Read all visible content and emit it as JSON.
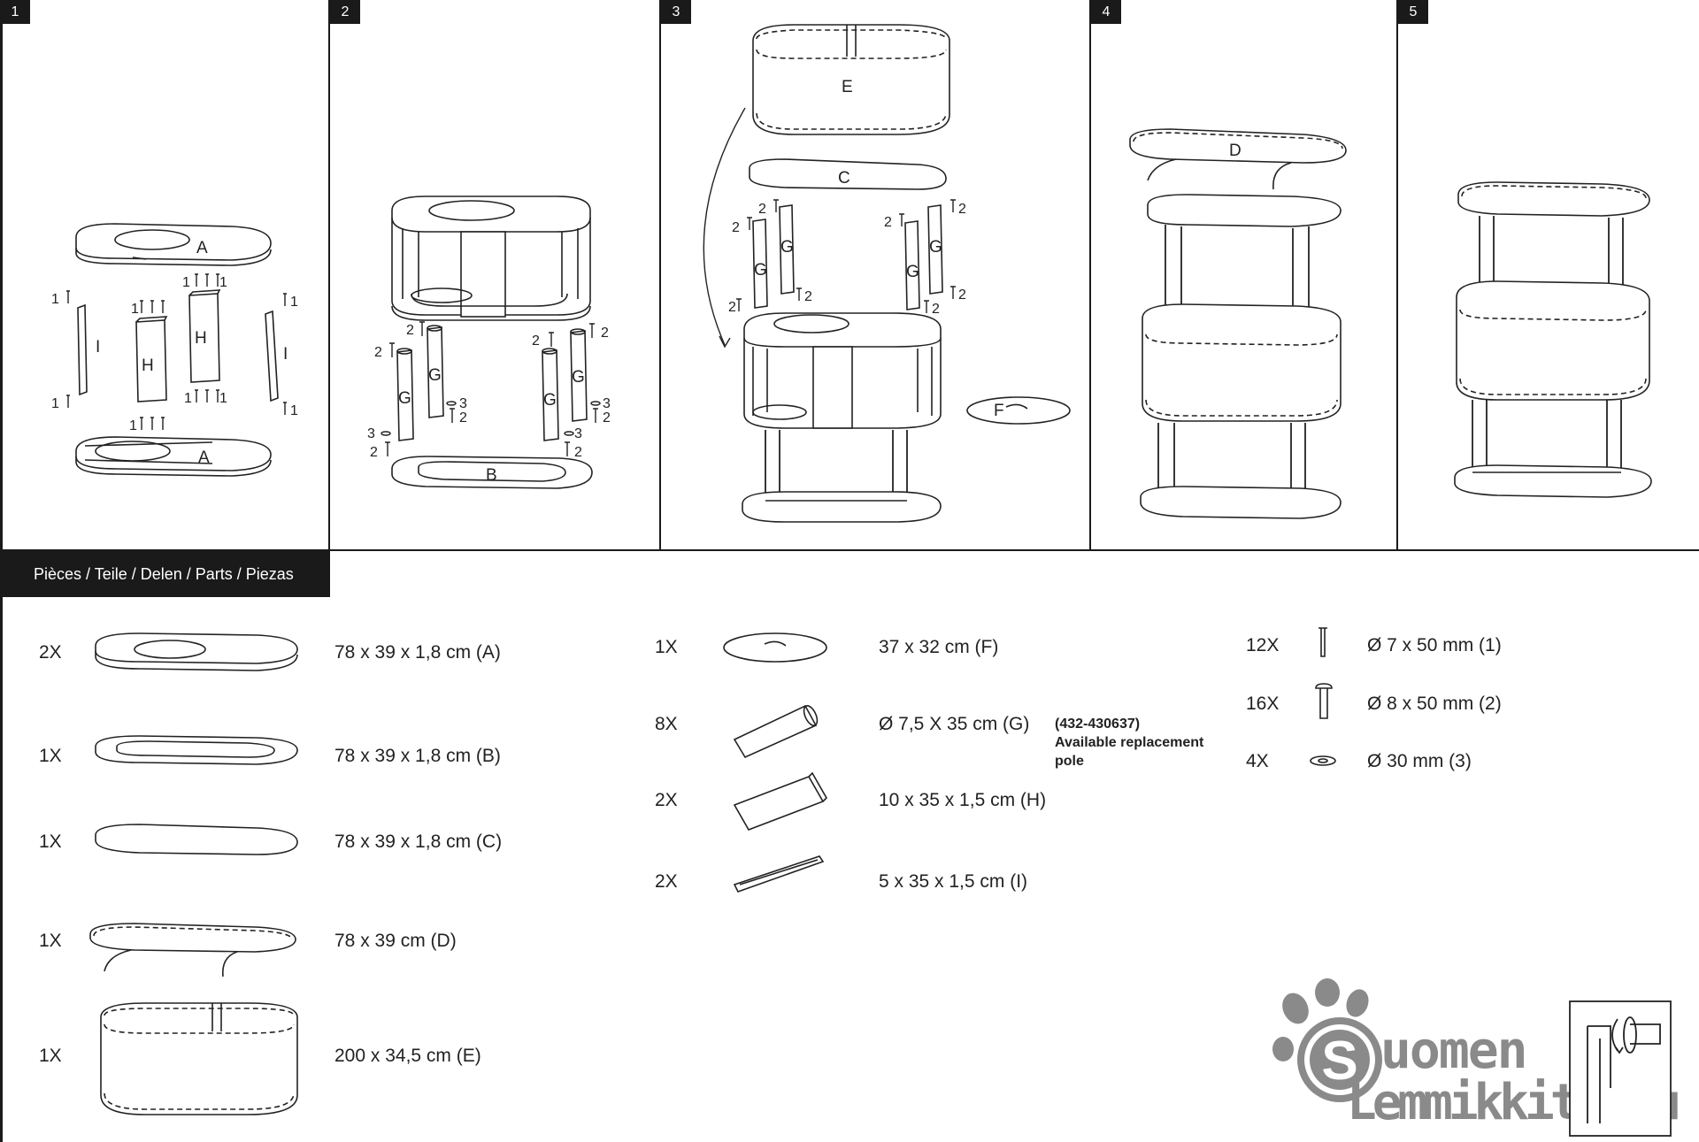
{
  "steps": [
    {
      "number": "1"
    },
    {
      "number": "2"
    },
    {
      "number": "3"
    },
    {
      "number": "4"
    },
    {
      "number": "5"
    }
  ],
  "labels": {
    "A": "A",
    "B": "B",
    "C": "C",
    "D": "D",
    "E": "E",
    "F": "F",
    "G": "G",
    "H": "H",
    "I": "I",
    "n1": "1",
    "n2": "2",
    "n3": "3",
    "n11": "11",
    "n111": "111",
    "n1111": "1111"
  },
  "parts_header": "Pièces / Teile / Delen / Parts / Piezas",
  "parts_left": [
    {
      "qty": "2X",
      "dims": "78 x 39 x 1,8 cm (A)",
      "icon": "base-plate-with-hole-icon"
    },
    {
      "qty": "1X",
      "dims": "78 x 39 x 1,8 cm (B)",
      "icon": "ring-plate-icon"
    },
    {
      "qty": "1X",
      "dims": "78 x 39 x 1,8 cm (C)",
      "icon": "solid-plate-icon"
    },
    {
      "qty": "1X",
      "dims": "78 x 39 cm (D)",
      "icon": "hammock-icon"
    },
    {
      "qty": "1X",
      "dims": "200 x 34,5 cm (E)",
      "icon": "fabric-wrap-icon"
    }
  ],
  "parts_middle": [
    {
      "qty": "1X",
      "dims": "37 x 32 cm (F)",
      "icon": "cushion-icon"
    },
    {
      "qty": "8X",
      "dims": "Ø 7,5 X 35 cm (G)",
      "icon": "pole-icon"
    },
    {
      "qty": "2X",
      "dims": "10 x 35 x 1,5 cm (H)",
      "icon": "wide-board-icon"
    },
    {
      "qty": "2X",
      "dims": "5 x 35 x 1,5 cm (I)",
      "icon": "narrow-board-icon"
    }
  ],
  "replacement_note": {
    "code": "(432-430637)",
    "line1": "Available replacement",
    "line2": "pole"
  },
  "parts_hardware": [
    {
      "qty": "12X",
      "dims": "Ø 7 x 50 mm (1)",
      "icon": "short-screw-icon"
    },
    {
      "qty": "16X",
      "dims": "Ø 8 x 50 mm (2)",
      "icon": "bolt-icon"
    },
    {
      "qty": "4X",
      "dims": "Ø 30 mm (3)",
      "icon": "washer-icon"
    }
  ],
  "logo": {
    "line1": "uomen",
    "line2": "Lemmikkitukku",
    "s_letter": "S"
  },
  "colors": {
    "ink": "#1a1a1a",
    "logo_grey": "#8a8a8a"
  }
}
